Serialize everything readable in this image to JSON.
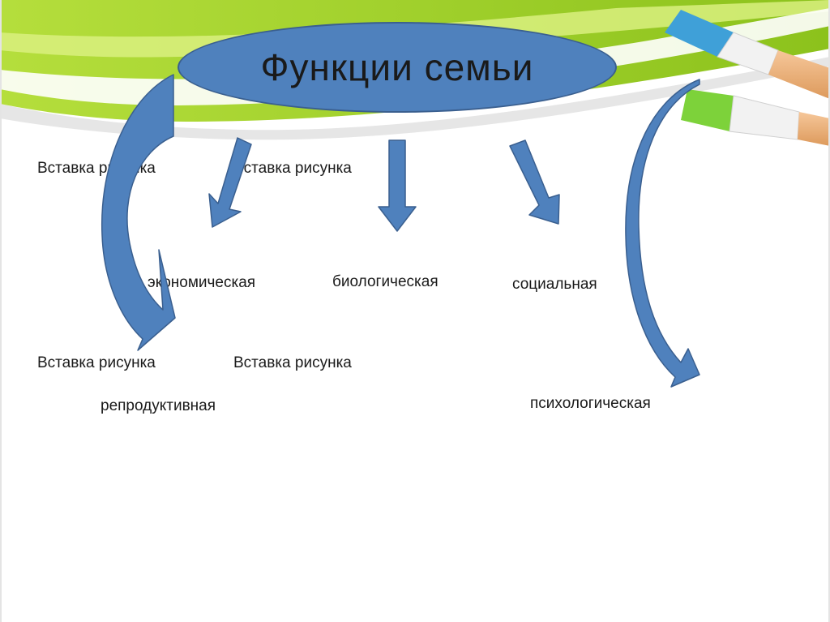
{
  "title": "Функции семьи",
  "placeholders": {
    "top_left": "Вставка рисунка",
    "top_right": "Вставка рисунка",
    "bottom_left": "Вставка рисунка",
    "bottom_right": "Вставка рисунка"
  },
  "functions": {
    "economic": "экономическая",
    "biological": "биологическая",
    "social": "социальная",
    "reproductive": "репродуктивная",
    "psychological": "психологическая"
  },
  "colors": {
    "oval": "#4f81bd",
    "arrow": "#4f81bd",
    "arrow_outline": "#3a5f8f",
    "green_band": "#9ccc29",
    "brush_blue": "#3fa0d8",
    "brush_green": "#7dd23a"
  }
}
